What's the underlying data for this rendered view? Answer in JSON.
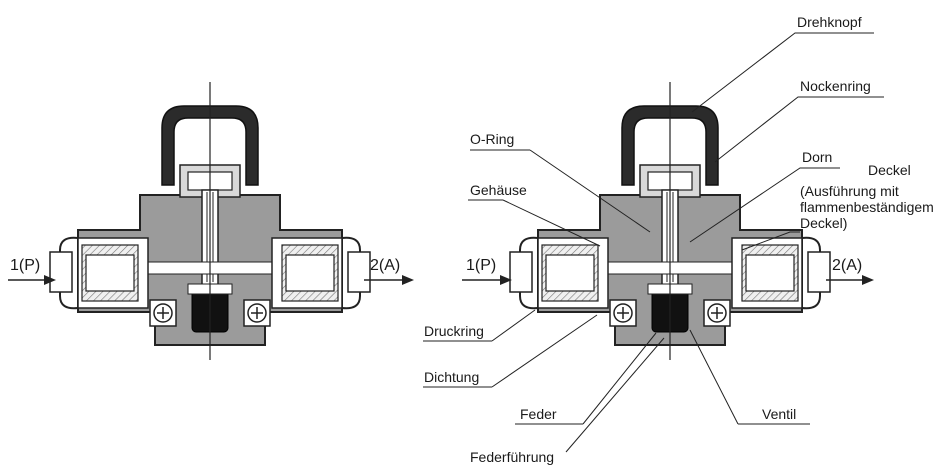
{
  "diagram": {
    "left_view": {
      "inlet": "1(P)",
      "outlet": "2(A)"
    },
    "right_view": {
      "inlet": "1(P)",
      "outlet": "2(A)",
      "labels": {
        "drehknopf": "Drehknopf",
        "nockenring": "Nockenring",
        "o_ring": "O-Ring",
        "dorn": "Dorn",
        "deckel_1": "Deckel",
        "deckel_2": "(Ausführung mit",
        "deckel_3": "flammenbeständigem",
        "deckel_4": "Deckel)",
        "gehaeuse": "Gehäuse",
        "druckring": "Druckring",
        "dichtung": "Dichtung",
        "feder": "Feder",
        "ventil": "Ventil",
        "federfuehrung": "Federführung"
      }
    }
  }
}
